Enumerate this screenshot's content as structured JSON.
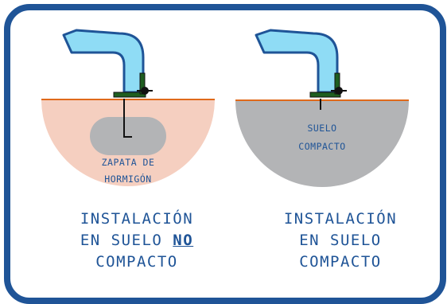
{
  "left_panel": {
    "footing_label": [
      "ZAPATA DE",
      "HORMIGÓN"
    ],
    "caption_line1": "INSTALACIÓN",
    "caption_line2_prefix": "EN SUELO ",
    "caption_line2_emphasis": "NO",
    "caption_line3": "COMPACTO"
  },
  "right_panel": {
    "soil_label": [
      "SUELO",
      "COMPACTO"
    ],
    "caption_line1": "INSTALACIÓN",
    "caption_line2": "EN SUELO",
    "caption_line3": "COMPACTO"
  },
  "colors": {
    "frame": "#1f5497",
    "ground_line": "#e06a1b",
    "loose_soil": "#f5cfc0",
    "compact_soil": "#b3b4b6",
    "concrete": "#b3b4b6",
    "pipe": "#8fdcf5",
    "bracket": "#1f5e20"
  }
}
